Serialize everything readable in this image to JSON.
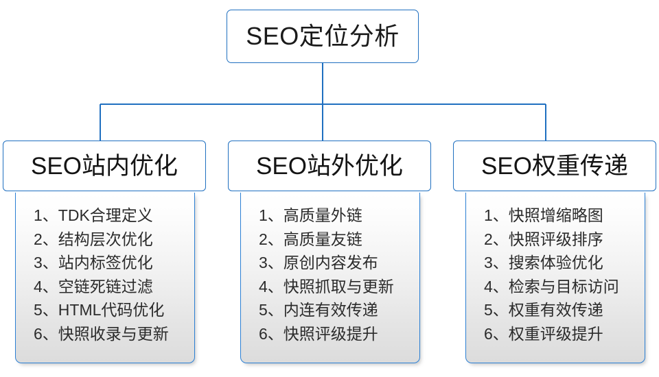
{
  "diagram": {
    "title": "SEO定位分析",
    "root": {
      "label": "SEO定位分析"
    },
    "branches": [
      {
        "id": "seo-onsite",
        "header": "SEO站内优化",
        "items": [
          {
            "index": "1、",
            "text": "TDK合理定义"
          },
          {
            "index": "2、",
            "text": "结构层次优化"
          },
          {
            "index": "3、",
            "text": "站内标签优化"
          },
          {
            "index": "4、",
            "text": "空链死链过滤"
          },
          {
            "index": "5、",
            "text": "HTML代码优化"
          },
          {
            "index": "6、",
            "text": "快照收录与更新"
          }
        ]
      },
      {
        "id": "seo-offsite",
        "header": "SEO站外优化",
        "items": [
          {
            "index": "1、",
            "text": "高质量外链"
          },
          {
            "index": "2、",
            "text": "高质量友链"
          },
          {
            "index": "3、",
            "text": "原创内容发布"
          },
          {
            "index": "4、",
            "text": "快照抓取与更新"
          },
          {
            "index": "5、",
            "text": "内连有效传递"
          },
          {
            "index": "6、",
            "text": "快照评级提升"
          }
        ]
      },
      {
        "id": "seo-weight",
        "header": "SEO权重传递",
        "items": [
          {
            "index": "1、",
            "text": "快照增缩略图"
          },
          {
            "index": "2、",
            "text": "快照评级排序"
          },
          {
            "index": "3、",
            "text": "搜索体验优化"
          },
          {
            "index": "4、",
            "text": "检索与目标访问"
          },
          {
            "index": "5、",
            "text": "权重有效传递"
          },
          {
            "index": "6、",
            "text": "权重评级提升"
          }
        ]
      }
    ],
    "colors": {
      "border_blue": "#1f6fc0",
      "connector_blue": "#1f6fc0",
      "body_border_blue": "#2a7fd4",
      "text_dark": "#1a1a1a",
      "item_text": "#2b2b2b",
      "background": "#ffffff"
    }
  }
}
